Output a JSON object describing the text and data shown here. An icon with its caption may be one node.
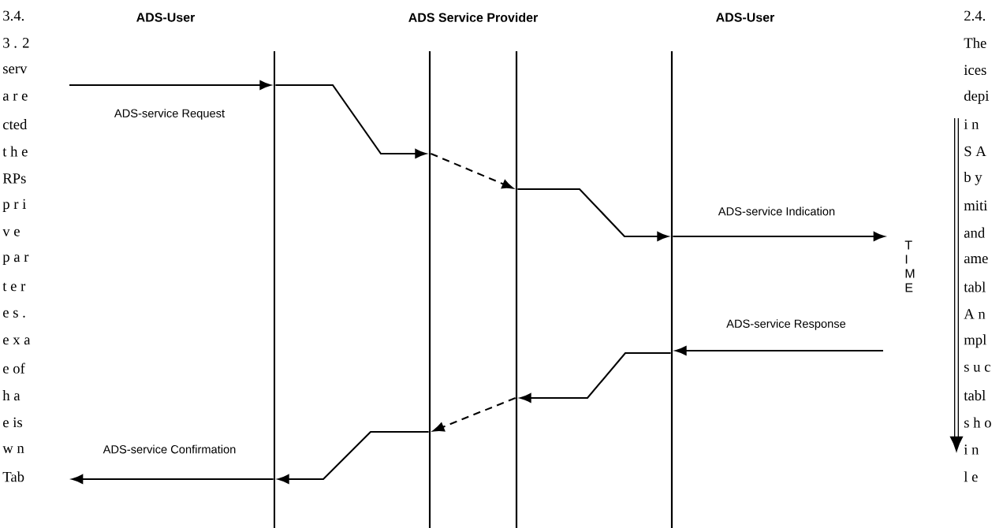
{
  "diagram": {
    "nodes": [
      {
        "text": [
          "ADS-User"
        ]
      },
      {
        "text": [
          "ADS Service Provider"
        ]
      },
      {
        "text": [
          "ADS-User"
        ]
      },
      {
        "text": [],
        "shape": "bar"
      },
      {
        "text": [],
        "shape": "bar"
      },
      {
        "text": [],
        "shape": "bar"
      },
      {
        "text": [],
        "shape": "bar"
      }
    ],
    "edges": [
      {
        "from": null,
        "to": 3,
        "arrow": "to",
        "label": "ADS-service Request"
      },
      {
        "from": 3,
        "to": 4,
        "arrow": "to"
      },
      {
        "from": 4,
        "to": 5,
        "arrow": "to",
        "style": "dashed"
      },
      {
        "from": 5,
        "to": 6,
        "arrow": "to"
      },
      {
        "from": 6,
        "to": null,
        "arrow": "to",
        "label": "ADS-service Indication"
      },
      {
        "from": null,
        "to": 6,
        "arrow": "to",
        "label": "ADS-service Response"
      },
      {
        "from": 6,
        "to": 5,
        "arrow": "to"
      },
      {
        "from": 5,
        "to": 4,
        "arrow": "to",
        "style": "dashed"
      },
      {
        "from": 4,
        "to": 3,
        "arrow": "to"
      },
      {
        "from": 3,
        "to": null,
        "arrow": "to",
        "label": "ADS-service Confirmation"
      }
    ],
    "labels": [
      "3.4.",
      "3 . 2",
      "serv",
      "a r e",
      "cted",
      "t h e",
      "RPs",
      "p r i",
      "v e",
      "p a r",
      "t e r",
      "e s .",
      "e x a",
      "e of",
      "h a",
      "e is",
      "w n",
      "Tab",
      "2.4.",
      "The",
      "ices",
      "depi",
      "i n",
      "S A",
      "b y",
      "miti",
      "and",
      "ame",
      "tabl",
      "A n",
      "mpl",
      "s u c",
      "tabl",
      "s h o",
      "i n",
      "l e",
      "T I M E"
    ]
  }
}
